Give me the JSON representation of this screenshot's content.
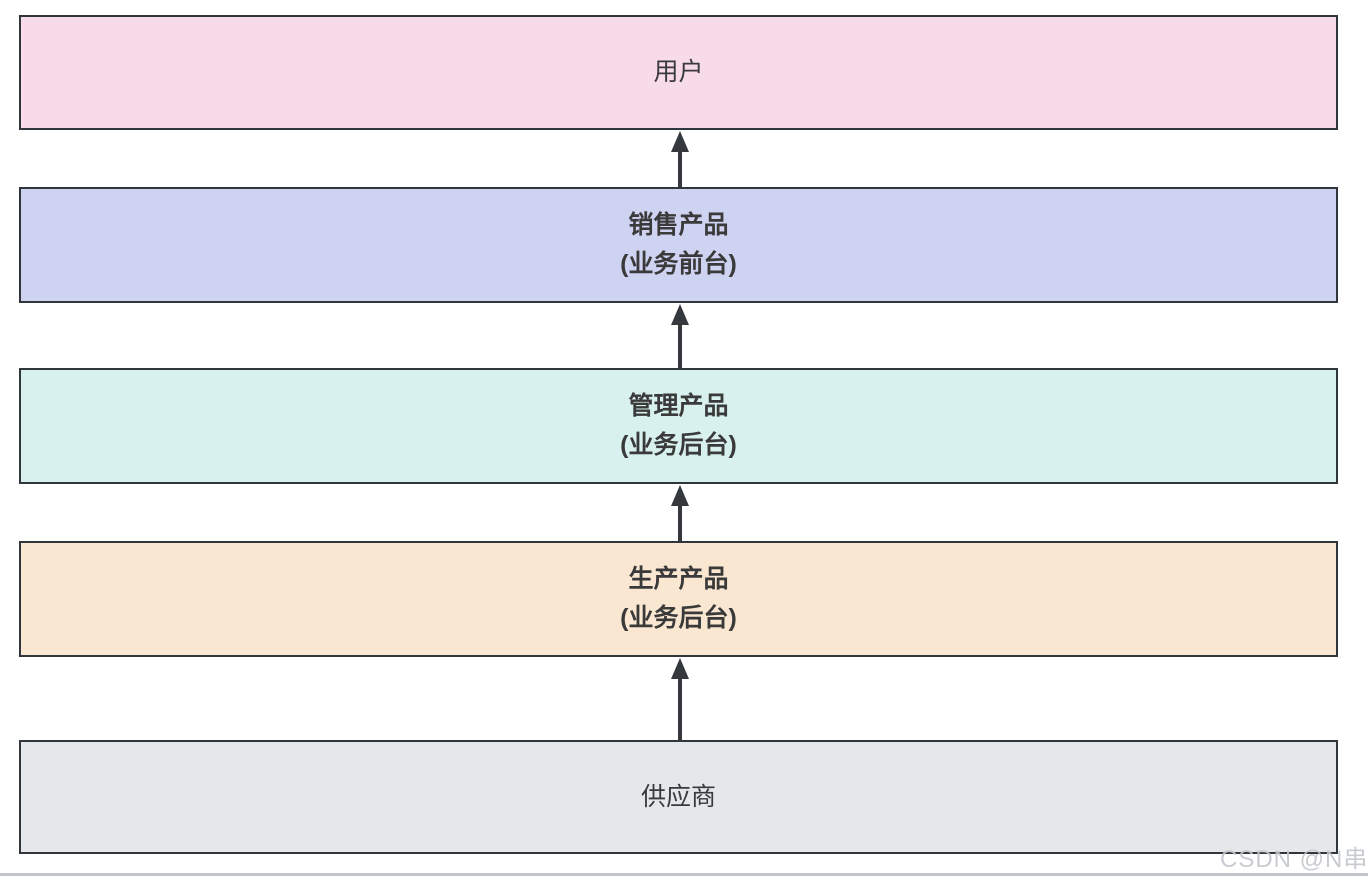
{
  "diagram": {
    "direction": "bottom-to-top",
    "border_color": "#31353c",
    "arrow_color": "#35383d",
    "text_color": "#3a3a3a",
    "nodes": [
      {
        "id": "user",
        "label": "用户",
        "fill": "#f8dbe9",
        "bold": false
      },
      {
        "id": "sell",
        "label": "销售产品",
        "sublabel": "(业务前台)",
        "fill": "#cfd3f2",
        "bold": true
      },
      {
        "id": "manage",
        "label": "管理产品",
        "sublabel": "(业务后台)",
        "fill": "#d8f1ee",
        "bold": true
      },
      {
        "id": "produce",
        "label": "生产产品",
        "sublabel": "(业务后台)",
        "fill": "#fae7d2",
        "bold": true
      },
      {
        "id": "supplier",
        "label": "供应商",
        "fill": "#e5e8ea",
        "bold": false
      }
    ],
    "edges": [
      {
        "from": "supplier",
        "to": "produce",
        "direction": "up"
      },
      {
        "from": "produce",
        "to": "manage",
        "direction": "up"
      },
      {
        "from": "manage",
        "to": "sell",
        "direction": "up"
      },
      {
        "from": "sell",
        "to": "user",
        "direction": "up"
      }
    ]
  },
  "watermark": {
    "text": "CSDN @N串",
    "color": "#c3c7cb"
  }
}
